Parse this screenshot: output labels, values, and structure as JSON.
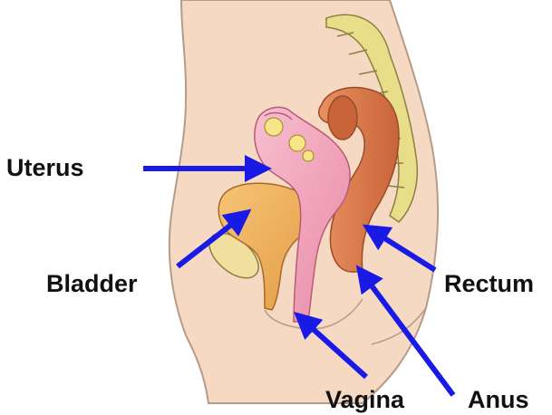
{
  "labels": {
    "uterus": "Uterus",
    "bladder": "Bladder",
    "rectum": "Rectum",
    "vagina": "Vagina",
    "anus": "Anus"
  },
  "colors": {
    "skin": "#f6d9c2",
    "skin_outline": "#b79b89",
    "spine": "#e8de8a",
    "uterus": "#f3a4bc",
    "bladder": "#f2b05c",
    "rectum": "#d9774a",
    "pubic_bone": "#f0df9e",
    "arrow": "#1a1ae6"
  },
  "icons": [
    "pelvis-illustration",
    "arrow-icon"
  ]
}
